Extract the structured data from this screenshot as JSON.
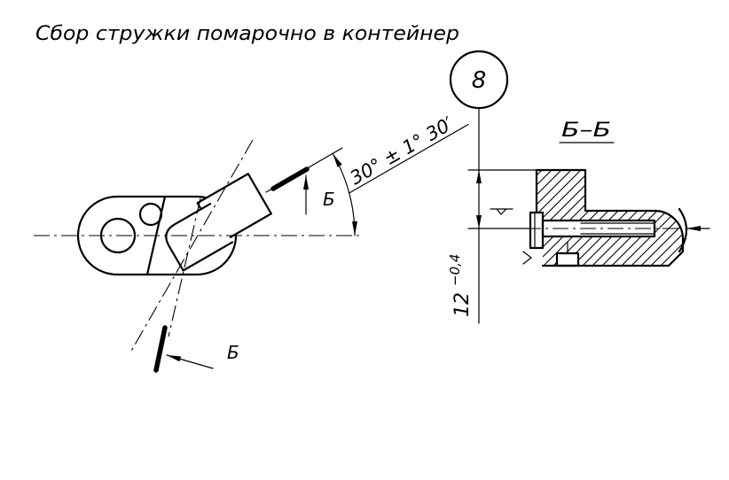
{
  "drawing": {
    "note": "Сбор стружки помарочно в контейнер",
    "item_balloon": "8",
    "section_title": "Б–Б",
    "angle_dimension": "30° ± 1° 30′",
    "section_marks": [
      "Б",
      "Б"
    ],
    "linear_dimension": {
      "nominal": "12",
      "tolerance": "−0,4"
    }
  },
  "colors": {
    "ink": "#000000",
    "paper": "#ffffff"
  }
}
